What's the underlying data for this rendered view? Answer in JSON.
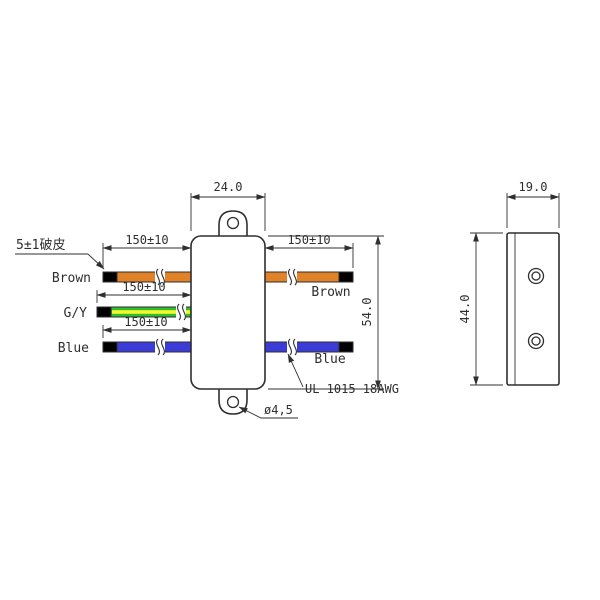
{
  "drawing": {
    "front_view": {
      "body_width_dim": "24.0",
      "body_height_dim": "54.0",
      "strip_note": "5±1破皮",
      "mount_hole_dia": "ø4,5",
      "wire_spec": "UL 1015 18AWG",
      "wires": {
        "brown_left": {
          "label": "Brown",
          "length_dim": "150±10"
        },
        "brown_right": {
          "label": "Brown",
          "length_dim": "150±10"
        },
        "gy_left": {
          "label": "G/Y",
          "length_dim": "150±10"
        },
        "blue_left": {
          "label": "Blue",
          "length_dim": "150±10"
        },
        "blue_right": {
          "label": "Blue"
        }
      }
    },
    "side_view": {
      "width_dim": "19.0",
      "height_dim": "44.0"
    }
  },
  "colors": {
    "line": "#2f2f2f",
    "brown": "#e08228",
    "green": "#2fbe2f",
    "yellow": "#f7f72b",
    "blue": "#3b3bd8",
    "stripped_tip": "#000000"
  }
}
